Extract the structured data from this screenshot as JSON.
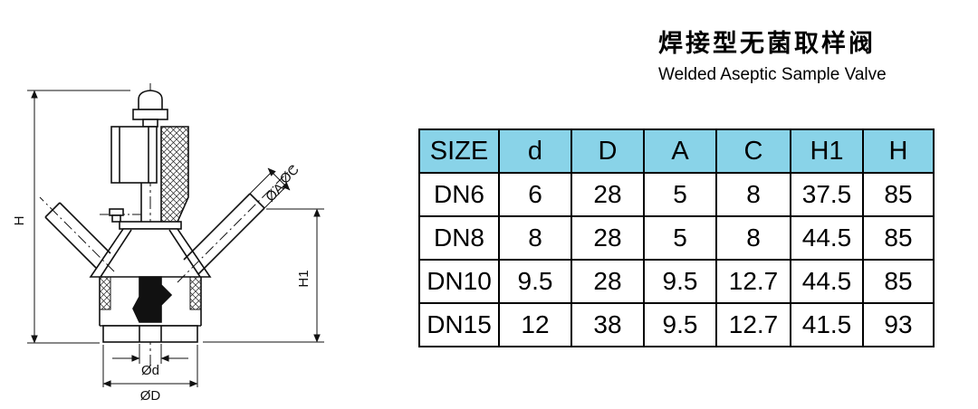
{
  "title": {
    "zh": "焊接型无菌取样阀",
    "en": "Welded Aseptic Sample Valve"
  },
  "colors": {
    "table_header_bg": "#89d3e8"
  },
  "table": {
    "headers": [
      "SIZE",
      "d",
      "D",
      "A",
      "C",
      "H1",
      "H"
    ],
    "rows": [
      [
        "DN6",
        "6",
        "28",
        "5",
        "8",
        "37.5",
        "85"
      ],
      [
        "DN8",
        "8",
        "28",
        "5",
        "8",
        "44.5",
        "85"
      ],
      [
        "DN10",
        "9.5",
        "28",
        "9.5",
        "12.7",
        "44.5",
        "85"
      ],
      [
        "DN15",
        "12",
        "38",
        "9.5",
        "12.7",
        "41.5",
        "93"
      ]
    ]
  },
  "drawing": {
    "dim_H": "H",
    "dim_H1": "H1",
    "dim_phiC": "ØC",
    "dim_phiA": "ØA",
    "dim_phid": "Ød",
    "dim_phiD": "ØD"
  }
}
